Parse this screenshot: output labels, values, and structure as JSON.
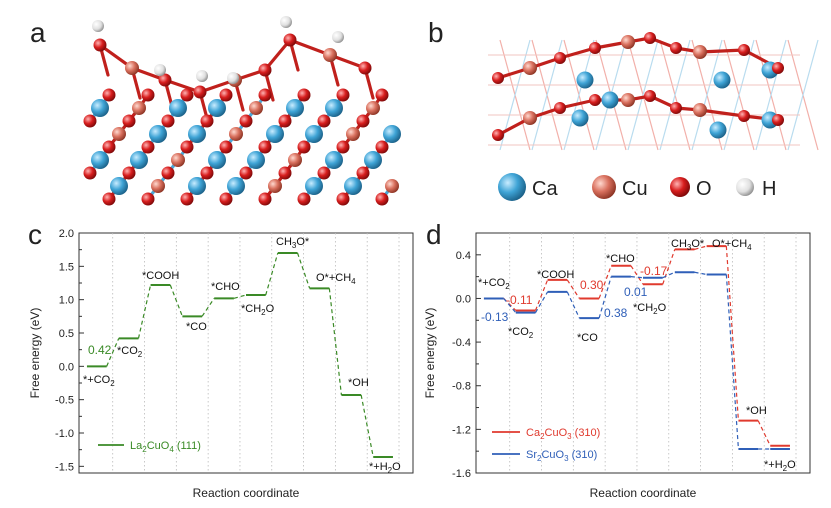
{
  "panels": {
    "a": "a",
    "b": "b",
    "c": "c",
    "d": "d"
  },
  "legend_atoms": [
    {
      "label": "Ca",
      "color": "#4aa8d8"
    },
    {
      "label": "Cu",
      "color": "#e07060"
    },
    {
      "label": "O",
      "color": "#dd1a1a"
    },
    {
      "label": "H",
      "color": "#e6e6e6"
    }
  ],
  "colors": {
    "O": "#d81e1e",
    "Ca": "#3fa4d6",
    "Cu": "#d9705e",
    "H": "#e8e8e8",
    "bond_red": "#c0201c",
    "bond_blue": "#4aa8d8",
    "green": "#3a8a26",
    "red": "#e03a2e",
    "blue": "#2f5fb8"
  },
  "chart_data": [
    {
      "id": "c",
      "type": "line",
      "xlabel": "Reaction coordinate",
      "ylabel": "Free energy (eV)",
      "ylim": [
        -1.6,
        2.0
      ],
      "yticks": [
        "2.0",
        "1.5",
        "1.0",
        "0.5",
        "0.0",
        "-0.5",
        "-1.0",
        "-1.5"
      ],
      "yticks_values": [
        2.0,
        1.5,
        1.0,
        0.5,
        0.0,
        -0.5,
        -1.0,
        -1.5
      ],
      "legend": [
        {
          "name": "La2CuO4 (111)",
          "color": "#3a8a26"
        }
      ],
      "series": [
        {
          "name": "La2CuO4 (111)",
          "values": [
            0.0,
            0.42,
            1.22,
            0.75,
            1.02,
            1.07,
            1.7,
            1.17,
            -0.43,
            -1.36
          ]
        }
      ],
      "state_labels": [
        "*+CO2",
        "*CO2",
        "*COOH",
        "*CO",
        "*CHO",
        "*CH2O",
        "CH3O*",
        "O*+CH4",
        "*OH",
        "*+H2O"
      ],
      "annotations": [
        "0.42"
      ]
    },
    {
      "id": "d",
      "type": "line",
      "xlabel": "Reaction coordinate",
      "ylabel": "Free energy (eV)",
      "ylim": [
        -1.6,
        0.6
      ],
      "yticks": [
        "0.4",
        "0.0",
        "-0.4",
        "-0.8",
        "-1.2",
        "-1.6"
      ],
      "yticks_values": [
        0.4,
        0.0,
        -0.4,
        -0.8,
        -1.2,
        -1.6
      ],
      "legend": [
        {
          "name": "Ca2CuO3 (310)",
          "color": "#e03a2e"
        },
        {
          "name": "Sr2CuO3 (310)",
          "color": "#2f5fb8"
        }
      ],
      "series": [
        {
          "name": "Ca2CuO3 (310)",
          "values": [
            0.0,
            -0.11,
            0.17,
            0.0,
            0.3,
            0.13,
            0.45,
            0.48,
            -1.12,
            -1.35
          ]
        },
        {
          "name": "Sr2CuO3 (310)",
          "values": [
            0.0,
            -0.13,
            0.06,
            -0.18,
            0.2,
            0.19,
            0.24,
            0.22,
            -1.38,
            -1.38
          ]
        }
      ],
      "state_labels": [
        "*+CO2",
        "*CO2",
        "*COOH",
        "*CO",
        "*CHO",
        "*CH2O",
        "CH3O*",
        "O*+CH4",
        "*OH",
        "*+H2O"
      ],
      "annotations_red": [
        "-0.11",
        "0.30",
        "-0.17"
      ],
      "annotations_blue": [
        "-0.13",
        "0.38",
        "0.01"
      ]
    }
  ]
}
